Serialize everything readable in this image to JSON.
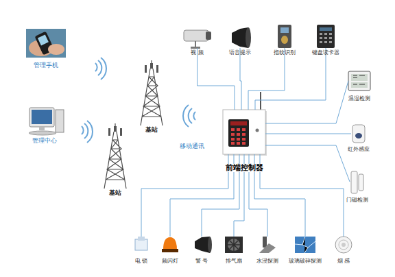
{
  "diagram": {
    "nodes": [
      {
        "text": [
          "管理手机"
        ]
      },
      {
        "text": [
          "管理中心"
        ]
      },
      {
        "text": [
          "基站"
        ]
      },
      {
        "text": [
          "基站"
        ]
      },
      {
        "text": [
          "前端控制器"
        ]
      },
      {
        "text": [
          "视 频"
        ]
      },
      {
        "text": [
          "语音提示"
        ]
      },
      {
        "text": [
          "指纹识别"
        ]
      },
      {
        "text": [
          "键盘读卡器"
        ]
      },
      {
        "text": [
          "温湿检测"
        ]
      },
      {
        "text": [
          "红外感应"
        ]
      },
      {
        "text": [
          "门磁检测"
        ]
      },
      {
        "text": [
          "电 锁"
        ]
      },
      {
        "text": [
          "频闪灯"
        ]
      },
      {
        "text": [
          "警 号"
        ]
      },
      {
        "text": [
          "排气扇"
        ]
      },
      {
        "text": [
          "水浸探测"
        ]
      },
      {
        "text": [
          "玻璃破碎探测"
        ]
      },
      {
        "text": [
          "烟 感"
        ]
      }
    ],
    "edges": [
      {
        "from": 4,
        "to": 5,
        "arrow": "none"
      },
      {
        "from": 4,
        "to": 6,
        "arrow": "none"
      },
      {
        "from": 4,
        "to": 7,
        "arrow": "none"
      },
      {
        "from": 4,
        "to": 8,
        "arrow": "none"
      },
      {
        "from": 4,
        "to": 9,
        "arrow": "none"
      },
      {
        "from": 4,
        "to": 10,
        "arrow": "none"
      },
      {
        "from": 4,
        "to": 11,
        "arrow": "none"
      },
      {
        "from": 4,
        "to": 12,
        "arrow": "none"
      },
      {
        "from": 4,
        "to": 13,
        "arrow": "none"
      },
      {
        "from": 4,
        "to": 14,
        "arrow": "none"
      },
      {
        "from": 4,
        "to": 15,
        "arrow": "none"
      },
      {
        "from": 4,
        "to": 16,
        "arrow": "none"
      },
      {
        "from": 4,
        "to": 17,
        "arrow": "none"
      },
      {
        "from": 4,
        "to": 18,
        "arrow": "none"
      }
    ],
    "labels": [
      "移动通讯"
    ]
  }
}
